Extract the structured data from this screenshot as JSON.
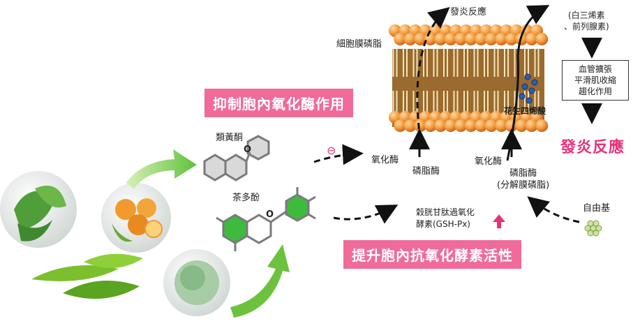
{
  "membrane": {
    "label": "細胞膜磷脂",
    "fatty_acid_label": "花生四烯酸"
  },
  "flow": {
    "inflammation_top": "發炎反應",
    "hormones": "(白三烯素\n、前列腺素)",
    "effects": "血管擴張\n平滑肌收縮\n趨化作用",
    "inflammation_final": "發炎反應",
    "oxidase_left": "氧化酶",
    "phospholipase_left": "磷脂酶",
    "oxidase_right": "氧化酶",
    "phospholipase_right": "磷脂酶\n(分解膜磷脂)",
    "free_radical": "自由基",
    "gsh": "穀胱甘肽過氧化\n酵素(GSH-Px)",
    "inhibit_symbol": "⊖"
  },
  "compounds": {
    "flavone": "類黃酮",
    "polyphenol": "茶多酚",
    "ring_atom": "O"
  },
  "banners": {
    "inhibit": "抑制胞內氧化酶作用",
    "promote": "提升胞內抗氧化酵素活性"
  },
  "colors": {
    "pink": "#f06a9a",
    "headline": "#e8317c",
    "lipid_head": "#f39a3a",
    "green": "#3dbb3d"
  }
}
